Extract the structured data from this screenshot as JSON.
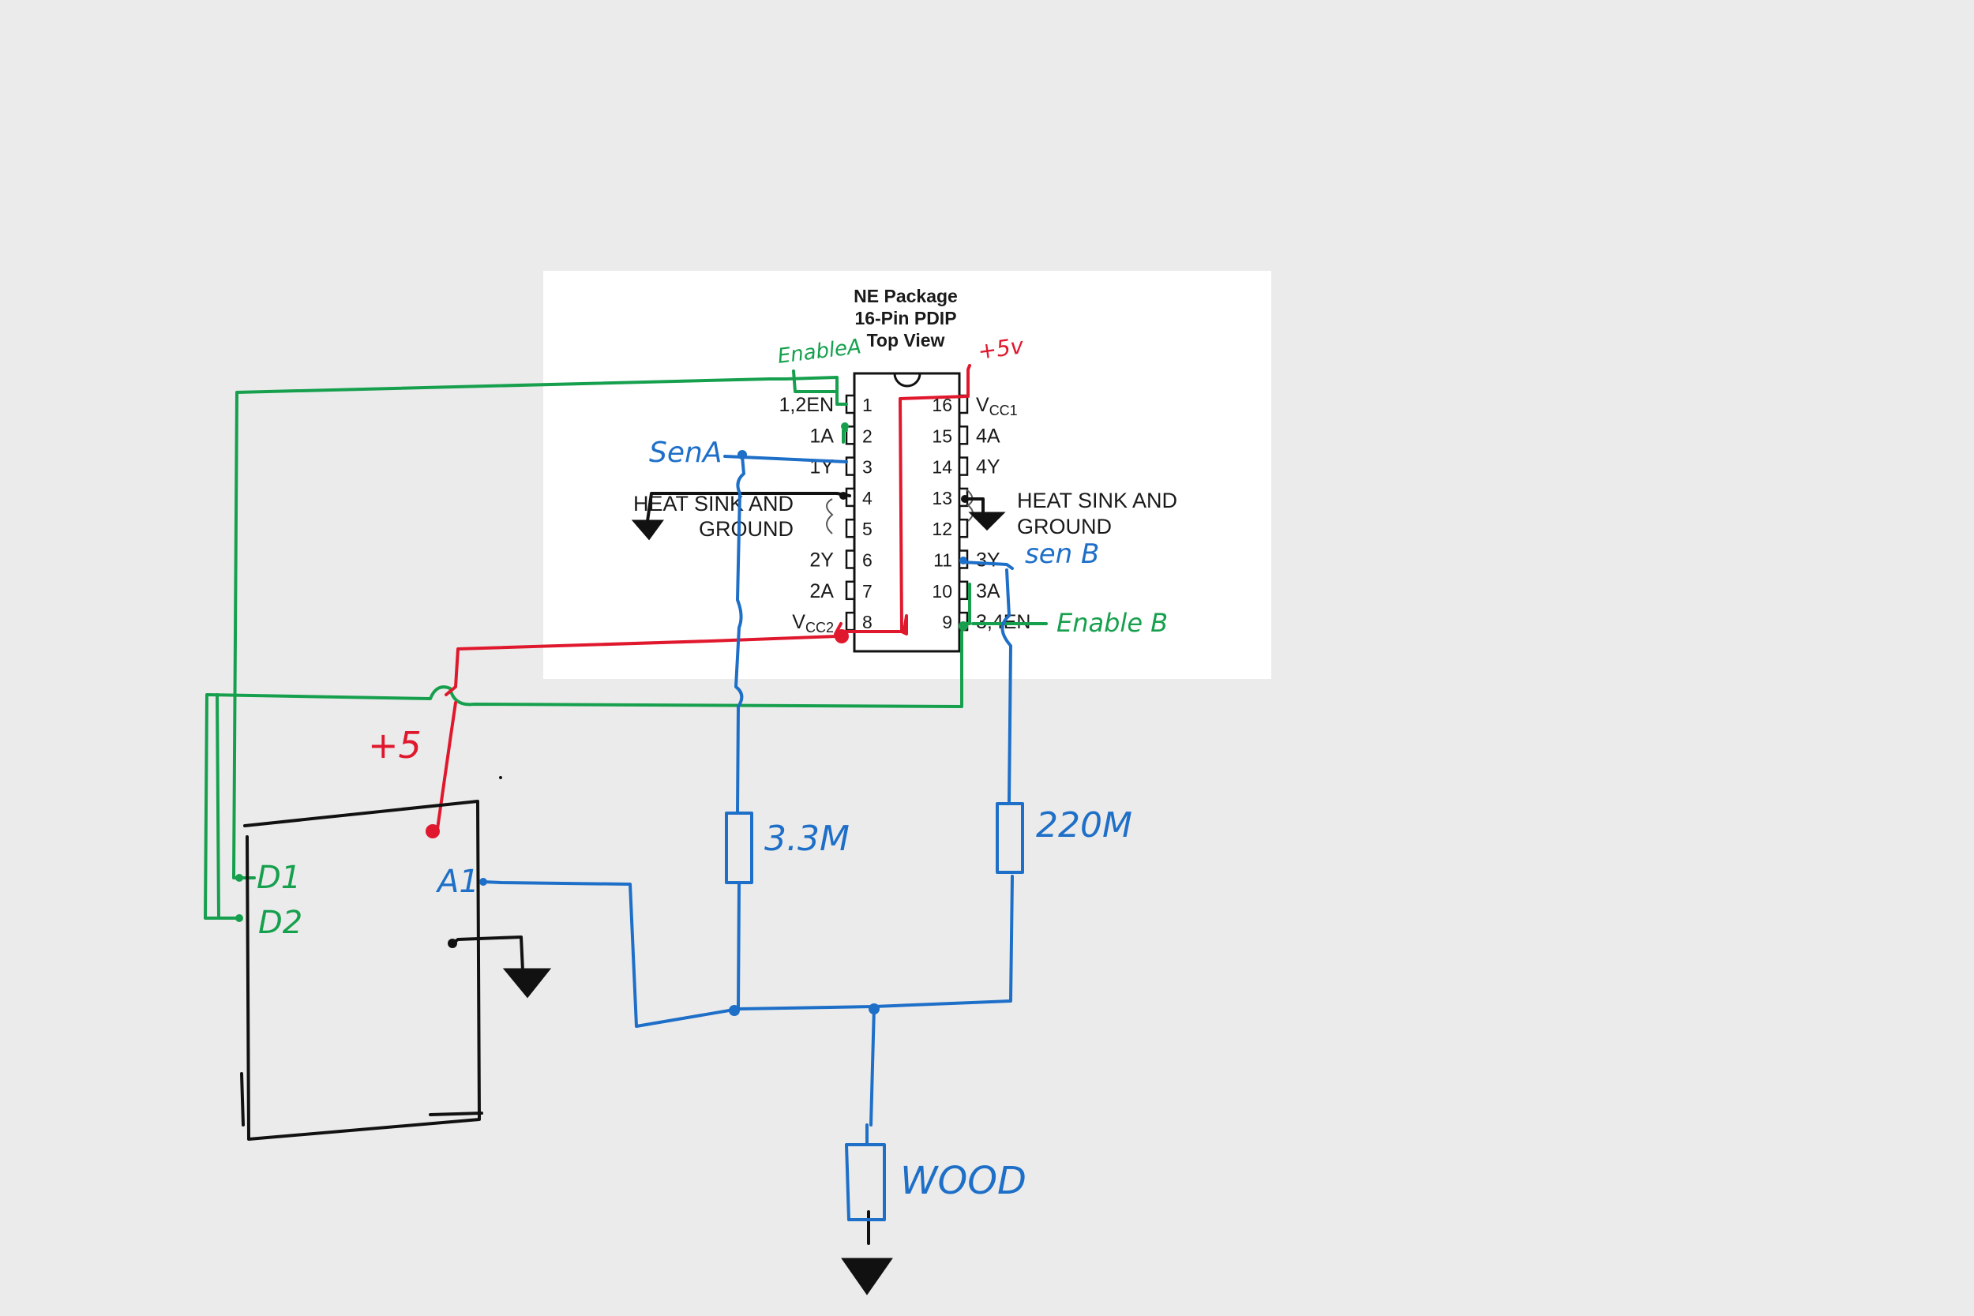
{
  "datasheet": {
    "title_lines": [
      "NE Package",
      "16-Pin PDIP",
      "Top View"
    ],
    "left_pins": [
      {
        "num": "1",
        "name": "1,2EN"
      },
      {
        "num": "2",
        "name": "1A"
      },
      {
        "num": "3",
        "name": "1Y"
      },
      {
        "num": "4",
        "name": ""
      },
      {
        "num": "5",
        "name": ""
      },
      {
        "num": "6",
        "name": "2Y"
      },
      {
        "num": "7",
        "name": "2A"
      },
      {
        "num": "8",
        "name": "VCC2"
      }
    ],
    "right_pins": [
      {
        "num": "16",
        "name": "VCC1"
      },
      {
        "num": "15",
        "name": "4A"
      },
      {
        "num": "14",
        "name": "4Y"
      },
      {
        "num": "13",
        "name": ""
      },
      {
        "num": "12",
        "name": ""
      },
      {
        "num": "11",
        "name": "3Y"
      },
      {
        "num": "10",
        "name": "3A"
      },
      {
        "num": "9",
        "name": "3,4EN"
      }
    ],
    "heat_sink_left": [
      "HEAT SINK AND",
      "GROUND"
    ],
    "heat_sink_right": [
      "HEAT SINK AND",
      "GROUND"
    ]
  },
  "annotations": {
    "enable_a": "EnableA",
    "plus5_top": "+5v",
    "sen_a": "SenA",
    "sen_b": "sen B",
    "enable_b": "Enable B",
    "plus5_left": "+5",
    "d1": "D1",
    "d2": "D2",
    "a1": "A1",
    "r1": "3.3M",
    "r2": "220M",
    "wood": "WOOD"
  },
  "colors": {
    "green": "#16a04e",
    "red": "#e0182d",
    "blue": "#1e6fc8",
    "black": "#111111",
    "background": "#ebebeb",
    "datasheet": "#ffffff"
  }
}
